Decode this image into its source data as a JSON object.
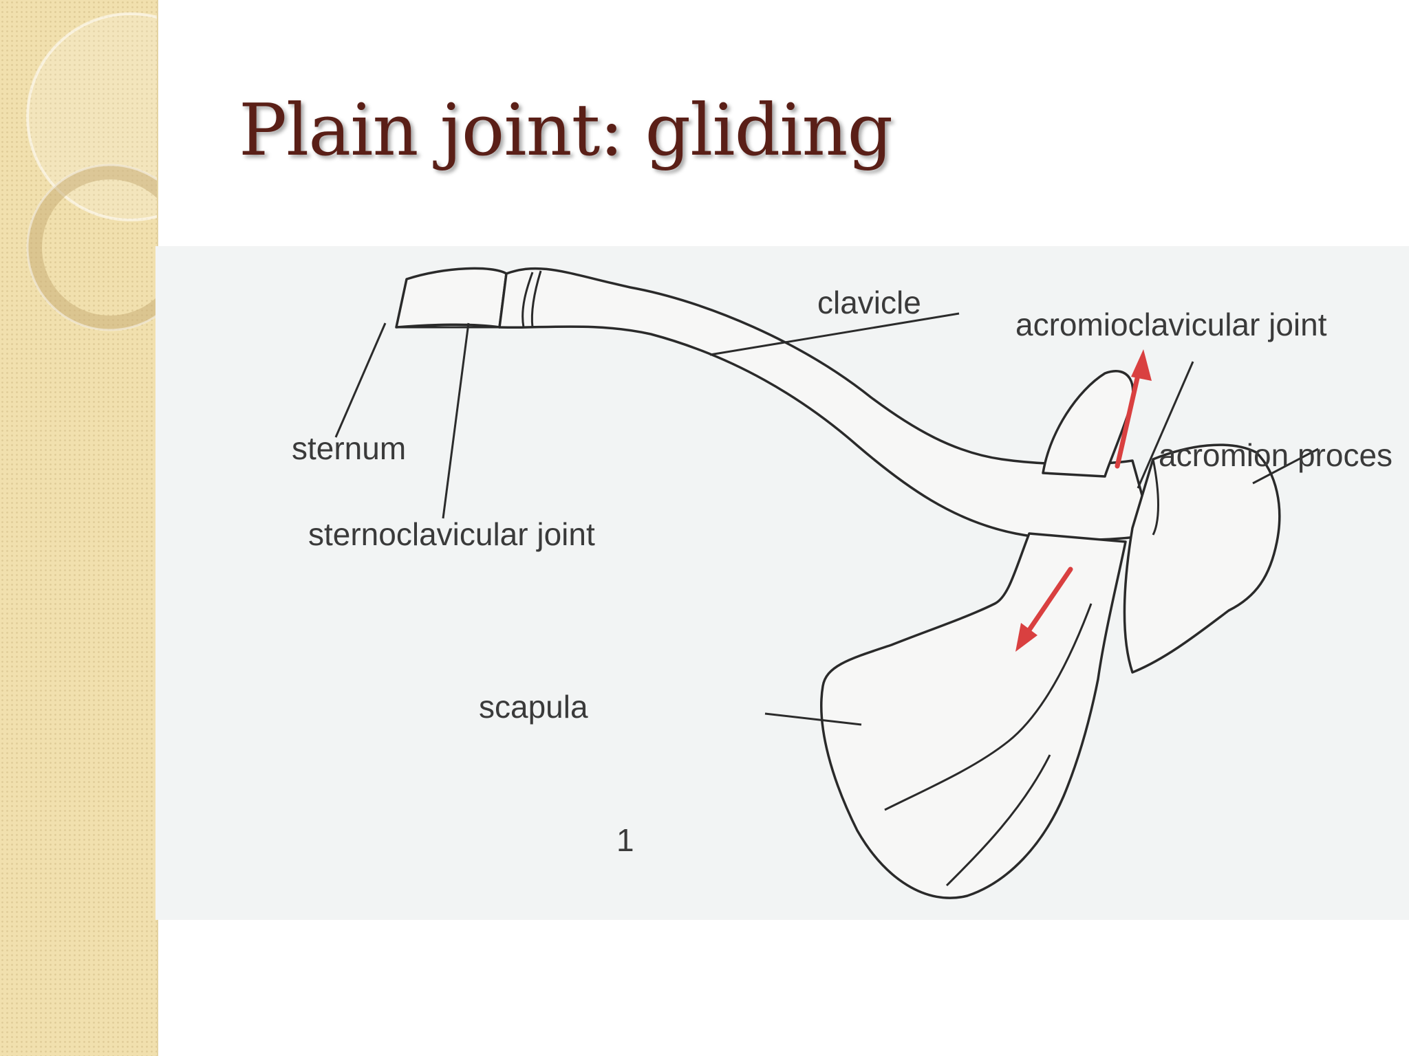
{
  "title": "Plain joint: gliding",
  "figure": {
    "labels": {
      "clavicle": "clavicle",
      "acromioclavicular_joint": "acromioclavicular joint",
      "sternum": "sternum",
      "sternoclavicular_joint": "sternoclavicular joint",
      "acromion_process": "acromion proces",
      "scapula": "scapula",
      "figure_number": "1"
    },
    "arrow_color": "#d94040"
  },
  "theme": {
    "title_color": "#5a1f17",
    "sidebar_color": "#f1e0ae"
  }
}
